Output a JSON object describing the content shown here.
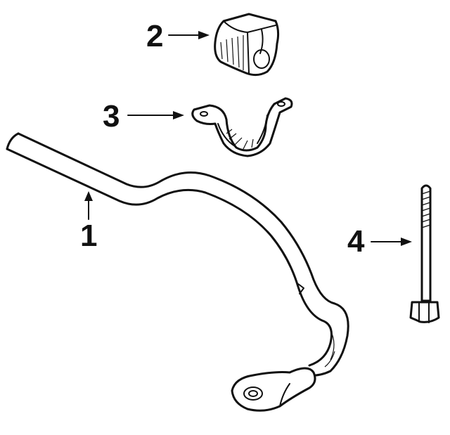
{
  "parts": [
    {
      "callout": "1",
      "name": "stabilizer-bar"
    },
    {
      "callout": "2",
      "name": "bushing"
    },
    {
      "callout": "3",
      "name": "bracket"
    },
    {
      "callout": "4",
      "name": "bolt"
    }
  ],
  "colors": {
    "ink": "#111111",
    "background": "#ffffff"
  }
}
